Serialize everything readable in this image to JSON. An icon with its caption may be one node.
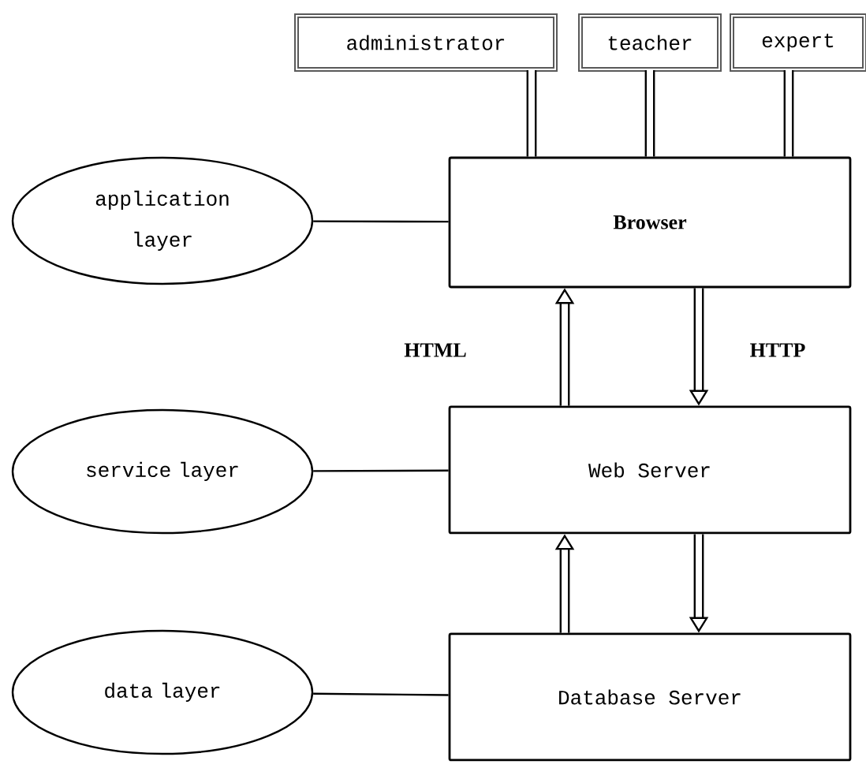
{
  "diagram": {
    "nodes": [
      {
        "text": [
          "administrator"
        ]
      },
      {
        "text": [
          "teacher"
        ]
      },
      {
        "text": [
          "expert"
        ]
      },
      {
        "text": [
          "application layer"
        ]
      },
      {
        "text": [
          "Browser"
        ]
      },
      {
        "text": [
          "service layer"
        ]
      },
      {
        "text": [
          "Web Server"
        ]
      },
      {
        "text": [
          "data layer"
        ]
      },
      {
        "text": [
          "Database Server"
        ]
      }
    ],
    "edges": [
      {
        "from": 0,
        "to": 4,
        "arrow": "none"
      },
      {
        "from": 1,
        "to": 4,
        "arrow": "none"
      },
      {
        "from": 2,
        "to": 4,
        "arrow": "none"
      },
      {
        "from": 3,
        "to": 4,
        "arrow": "none"
      },
      {
        "from": 6,
        "to": 4,
        "arrow": "to",
        "label": "HTML"
      },
      {
        "from": 4,
        "to": 6,
        "arrow": "to",
        "label": "HTTP"
      },
      {
        "from": 5,
        "to": 6,
        "arrow": "none"
      },
      {
        "from": 8,
        "to": 6,
        "arrow": "to"
      },
      {
        "from": 6,
        "to": 8,
        "arrow": "to"
      },
      {
        "from": 7,
        "to": 8,
        "arrow": "none"
      }
    ]
  }
}
